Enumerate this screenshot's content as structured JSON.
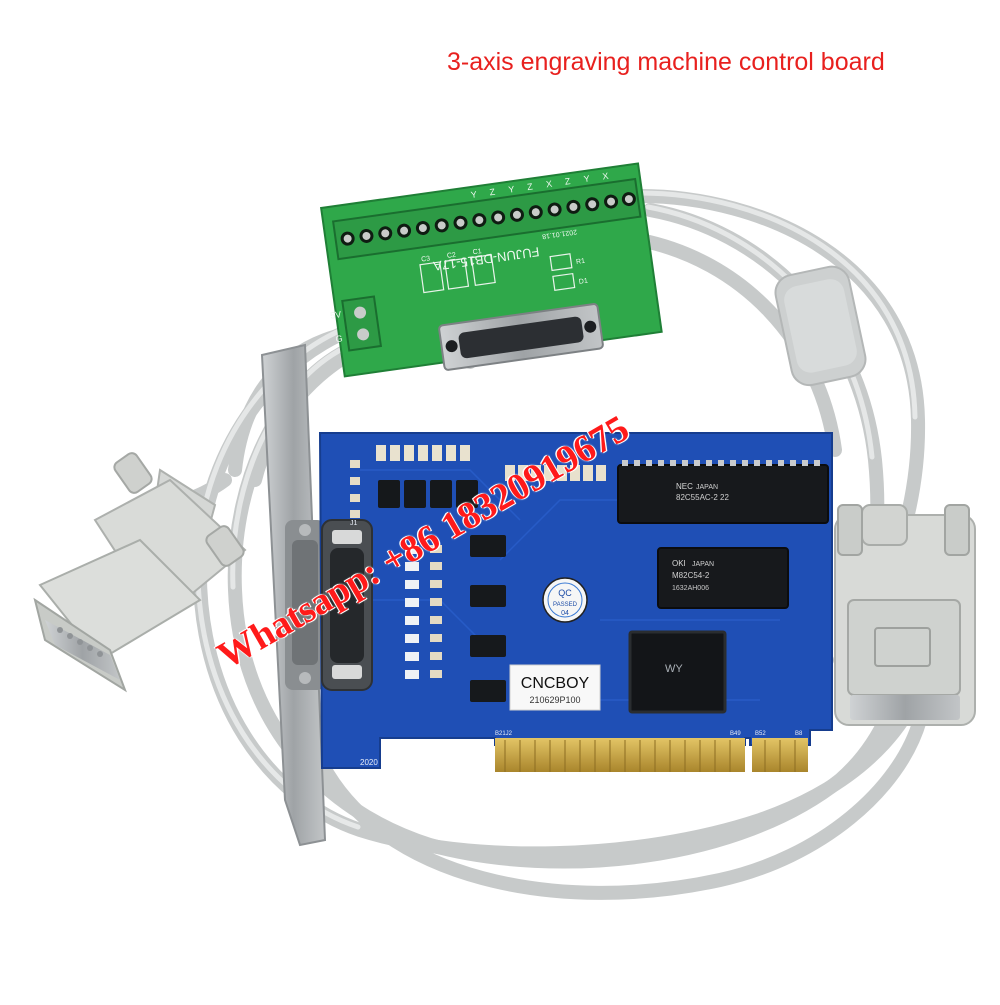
{
  "caption": "3-axis engraving machine control board",
  "watermark": "Whatsapp: +86 18320919675",
  "breakout_board": {
    "model": "FUJUN-DB15-17A",
    "date": "2021.01.18",
    "axis_labels": [
      "Y",
      "Z",
      "Y",
      "Z",
      "X",
      "Z",
      "Y",
      "X"
    ],
    "power_labels": [
      "5V",
      "G"
    ],
    "component_labels": [
      "C1",
      "C2",
      "C3",
      "R1",
      "D1"
    ]
  },
  "pci_card": {
    "brand": "CNCBOY",
    "serial": "210629P100",
    "qc_label": "QC",
    "qc_status": "PASSED",
    "qc_number": "04",
    "year": "2020",
    "chip_1_brand": "NEC",
    "chip_1_origin": "JAPAN",
    "chip_1_model": "82C55AC-2 22",
    "chip_2_brand": "OKI",
    "chip_2_origin": "JAPAN",
    "chip_2_model": "M82C54-2",
    "chip_2_code": "1632AH006",
    "chip_3_mark": "WY",
    "connector_label": "J1",
    "edge_labels": [
      "B21J2",
      "B49",
      "B52",
      "B8"
    ]
  },
  "colors": {
    "caption": "#e8201e",
    "watermark": "#ff1a1a",
    "pcb_blue": "#1f4fb5",
    "pcb_green": "#2fa84a",
    "cable": "#d9dcdc",
    "gold": "#c9a640"
  }
}
